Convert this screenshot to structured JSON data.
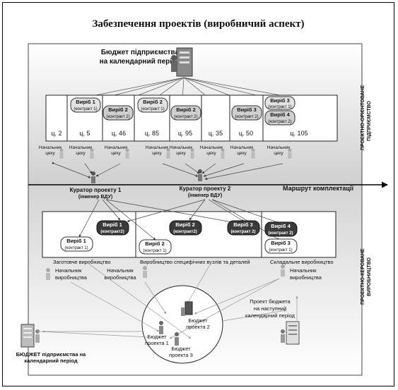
{
  "title": "Забезпечення проектів (виробничий аспект)",
  "top_section": {
    "budget_label_line1": "Бюджет підприємства",
    "budget_label_line2": "на календарний період",
    "side_label_line1": "ПРОЕКТНО-ОРІЄНТОВАНЕ",
    "side_label_line2": "ПІДПРИЄМСТВО",
    "workshops": [
      "ц. 2",
      "ц. 5",
      "ц. 46",
      "ц. 85",
      "ц. 95",
      "ц. 35",
      "ц. 50",
      "ц. 105"
    ],
    "products": [
      {
        "name": "Виріб 1",
        "contract": "(контракт 1)"
      },
      {
        "name": "Виріб 2",
        "contract": "(контракт 2)"
      },
      {
        "name": "Виріб 2",
        "contract": "(контракт 1)"
      },
      {
        "name": "Виріб 2",
        "contract": "(контракт 2)"
      },
      {
        "name": "Виріб 3",
        "contract": "(контракт 2)"
      },
      {
        "name": "Виріб 3",
        "contract": "(контракт 1)"
      },
      {
        "name": "Виріб 4",
        "contract": "(контракт 2)"
      }
    ],
    "chief_line1": "Начальник",
    "chief_line2": "цеху"
  },
  "curators": [
    {
      "line1": "Куратор проекту 1",
      "line2": "(інженер ВДУ)"
    },
    {
      "line1": "Куратор проекту 2",
      "line2": "(інженер ВДУ)"
    }
  ],
  "route_label": "Маршрут комплектації",
  "bottom_section": {
    "side_label_line1": "ПРОЕКТНО-КЕРОВАНЕ",
    "side_label_line2": "ВИРОБНИЦТВО",
    "products": [
      {
        "name": "Виріб 1",
        "contract": "(контракт 1)"
      },
      {
        "name": "Виріб 1",
        "contract": "(контракт2)"
      },
      {
        "name": "Виріб 2",
        "contract": "(контракт2)"
      },
      {
        "name": "Виріб 2",
        "contract": "(контракт 1)"
      },
      {
        "name": "Виріб 3",
        "contract": "(контракт 2)"
      },
      {
        "name": "Виріб 4",
        "contract": "(контракт 2)"
      },
      {
        "name": "Виріб 3",
        "contract": "(контракт 1)"
      }
    ],
    "production_labels": [
      "Заготовче виробництво",
      "Виробництво специфічних вузлів та деталей",
      "Складальне виробництво"
    ],
    "prod_chief_line1": "Начальник",
    "prod_chief_line2": "виробництва",
    "project_budgets": [
      {
        "line1": "Бюджет",
        "line2": "проекта 1"
      },
      {
        "line1": "Бюджет",
        "line2": "проекта 2"
      },
      {
        "line1": "Бюджет",
        "line2": "проекта 3"
      }
    ],
    "next_budget": [
      "Проект бюджета",
      "на наступний",
      "календарний період"
    ],
    "enterprise_budget": [
      "БЮДЖЕТ підприємства на",
      "календарний період"
    ]
  }
}
